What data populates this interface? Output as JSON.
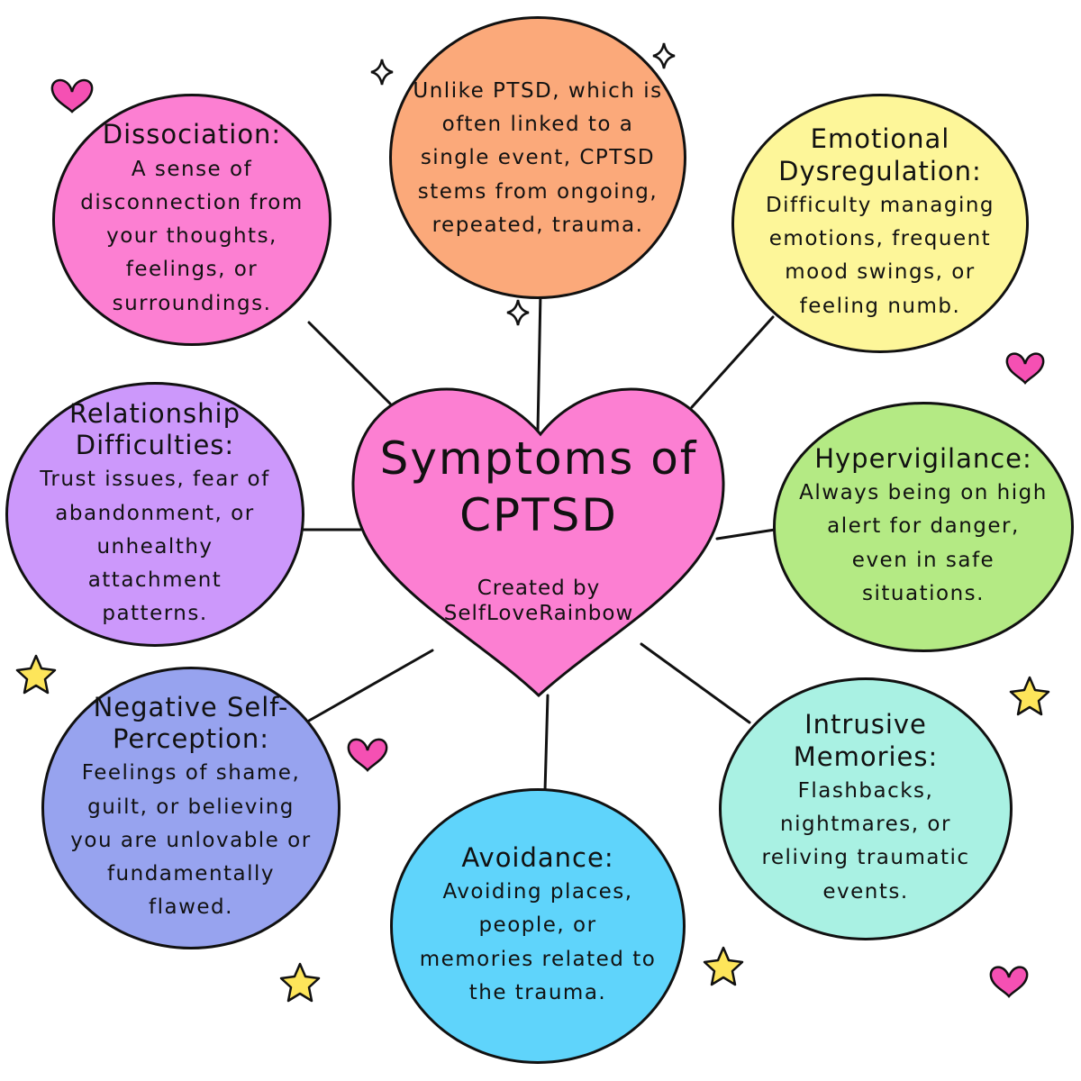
{
  "center": {
    "title": "Symptoms of CPTSD",
    "credit": "Created by SelfLoveRainbow"
  },
  "symptoms": [
    {
      "title": "",
      "text": "Unlike PTSD, which is often linked to a single event, CPTSD stems from ongoing, repeated, trauma.",
      "color": "#fba97a"
    },
    {
      "title": "Emotional Dysregulation:",
      "text": "Difficulty managing emotions, frequent mood swings, or feeling numb.",
      "color": "#fdf699"
    },
    {
      "title": "Hypervigilance:",
      "text": "Always being on high alert for danger, even in safe situations.",
      "color": "#b4ea84"
    },
    {
      "title": "Intrusive Memories:",
      "text": "Flashbacks, nightmares, or reliving traumatic events.",
      "color": "#a9f1e3"
    },
    {
      "title": "Avoidance:",
      "text": "Avoiding places, people, or memories related to the trauma.",
      "color": "#5fd4fb"
    },
    {
      "title": "Negative Self-Perception:",
      "text": "Feelings of shame, guilt, or believing you are unlovable or fundamentally flawed.",
      "color": "#97a3ef"
    },
    {
      "title": "Relationship Difficulties:",
      "text": "Trust issues, fear of abandonment, or unhealthy attachment patterns.",
      "color": "#cc98fb"
    },
    {
      "title": "Dissociation:",
      "text": "A sense of disconnection from your thoughts, feelings, or surroundings.",
      "color": "#fc7fd2"
    }
  ],
  "colors": {
    "heart": "#fc7fd2",
    "outline": "#111111",
    "deco_heart": "#f550b3",
    "deco_star": "#fde55a"
  },
  "decorations": [
    "heart-icon",
    "sparkle-icon",
    "star-icon"
  ]
}
